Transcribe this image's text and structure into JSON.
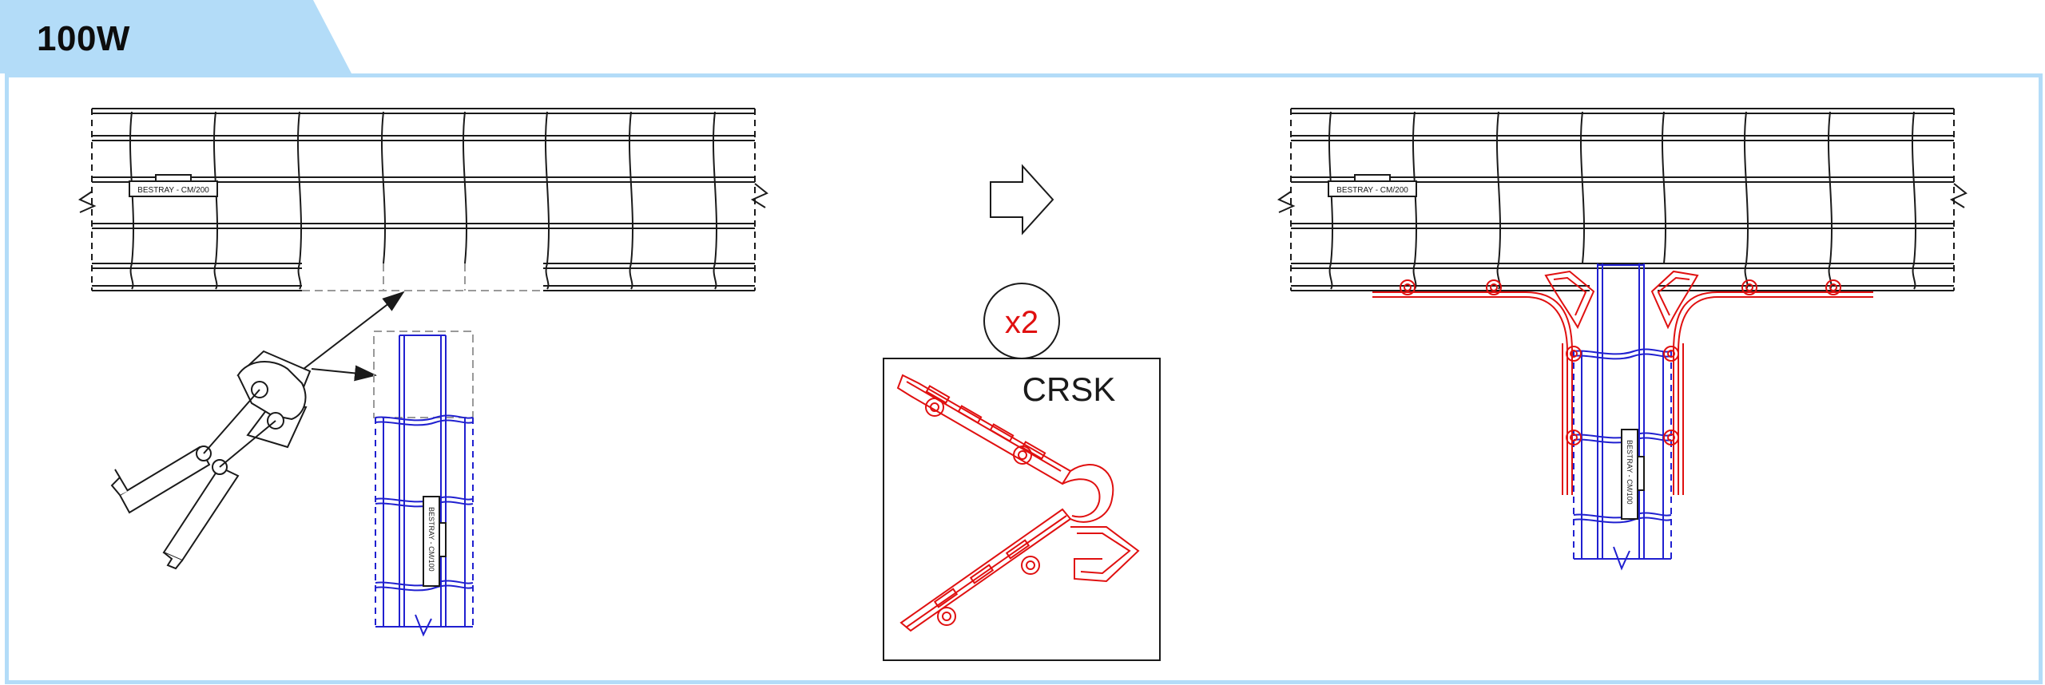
{
  "header": {
    "title": "100W"
  },
  "labels": {
    "tray_main_left": "BESTRAY - CM/200",
    "tray_main_right": "BESTRAY - CM/200",
    "tray_branch_left": "BESTRAY - CM/100",
    "tray_branch_right": "BESTRAY - CM/100",
    "quantity": "x2",
    "kit_code": "CRSK"
  },
  "colors": {
    "frame": "#b3dcf8",
    "line": "#1a1a1a",
    "branch": "#2020d0",
    "kit": "#e01010"
  },
  "icons": [
    "bolt-cutter-icon",
    "arrow-right-icon"
  ]
}
